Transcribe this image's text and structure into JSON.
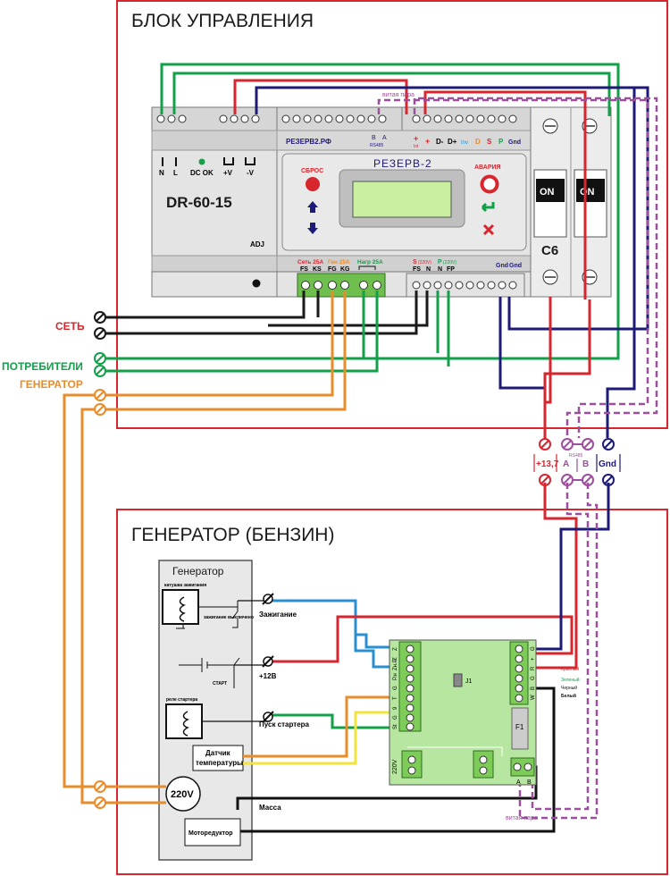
{
  "control_block": {
    "title": "БЛОК УПРАВЛЕНИЯ",
    "psu": {
      "label_n": "N",
      "label_l": "L",
      "label_dcok": "DC OK",
      "label_vplus": "+V",
      "label_vminus": "-V",
      "model": "DR-60-15",
      "adj": "ADJ"
    },
    "controller": {
      "site": "РЕЗЕРВ2.РФ",
      "bus_b": "B",
      "bus_a": "A",
      "rs485": "RS485",
      "term_plus_ist": "+",
      "term_ist": "Ist",
      "term_plus": "+",
      "term_dminus": "D-",
      "term_dplus": "D+",
      "term_inv": "Inv",
      "term_d": "D",
      "term_s": "S",
      "term_p": "P",
      "term_gnd": "Gnd",
      "brand": "РЕЗЕРВ-2",
      "reset": "СБРОС",
      "alarm": "АВАРИЯ",
      "net_label": "Сеть 25A",
      "gen_label": "Ген 25A",
      "load_label": "Нагр 25A",
      "fs": "FS",
      "ks": "KS",
      "fg": "FG",
      "kg": "KG",
      "s220": "S",
      "s220_sub": "(220V)",
      "p220": "P",
      "p220_sub": "(220V)",
      "fs2": "FS",
      "n": "N",
      "n2": "N",
      "fp": "FP",
      "gnd1": "Gnd",
      "gnd2": "Gnd"
    },
    "breaker": {
      "on_left": "ON",
      "on_right": "ON",
      "rating": "C6"
    },
    "twisted_pair": "витая пара"
  },
  "left_labels": {
    "mains": "СЕТЬ",
    "consumers": "ПОТРЕБИТЕЛИ",
    "generator": "ГЕНЕРАТОР"
  },
  "connector": {
    "plus": "+13,7",
    "a": "A",
    "b": "B",
    "gnd": "Gnd",
    "rs485": "RS485"
  },
  "generator_block": {
    "title": "ГЕНЕРАТОР (БЕНЗИН)",
    "panel_title": "Генератор",
    "ignition_coil": "катушка зажигания",
    "ignition_off": "зажигание выключено",
    "start": "СТАРТ",
    "starter_relay": "реле стартера",
    "temp_sensor_1": "Датчик",
    "temp_sensor_2": "температуры",
    "v220": "220V",
    "gearmotor": "Моторедуктор",
    "ignition": "Зажигание",
    "plus12": "+12В",
    "starter_start": "Пуск стартера",
    "ground": "Масса",
    "twisted_pair": "витая пара",
    "board": {
      "j1": "J1",
      "f1": "F1",
      "v220": "220V",
      "a": "A",
      "b": "B",
      "left_pins": [
        "Z",
        "Z",
        "Zн.Р",
        "Р.н",
        "G",
        "T",
        "9",
        "G",
        "St"
      ],
      "right_pins": [
        "G",
        "+",
        "R",
        "G",
        "B",
        "W"
      ],
      "wire_red": "Красный",
      "wire_green": "Зеленый",
      "wire_black": "Черный",
      "wire_white": "Белый"
    }
  },
  "colors": {
    "frame": "#d8262e",
    "red": "#d8262e",
    "green": "#12a049",
    "navy": "#1e1a78",
    "orange": "#e98c2b",
    "purple": "#9c4f9c",
    "blue": "#2a8fd0",
    "yellow": "#f2e43a",
    "black": "#1a1a1a",
    "module": "#e4e4e4",
    "display_green": "#c9f0a0",
    "board_green": "#b6e6a0"
  }
}
